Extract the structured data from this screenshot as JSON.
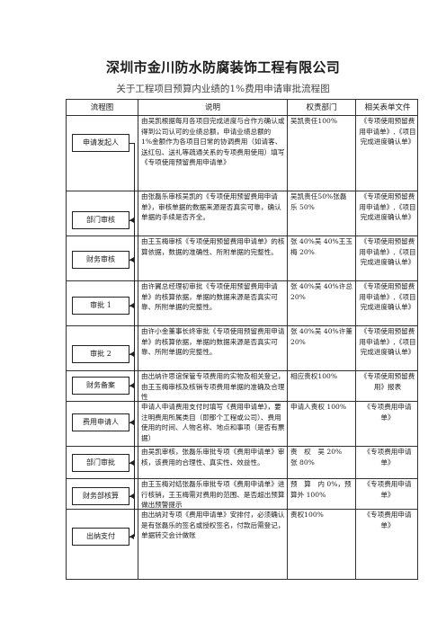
{
  "page": {
    "title": "深圳市金川防水防腐装饰工程有限公司",
    "subtitle": "关于工程项目预算内业绩的1%费用申请审批流程图"
  },
  "table": {
    "headers": [
      "流程图",
      "说明",
      "权责部门",
      "相关表单文件"
    ],
    "rows": [
      {
        "step": "申请发起人",
        "desc": "由吴凯根据每月各项目完成进度与合作方确认或得到公司认可的业绩总额，申请业绩总额的　1%金额作为各项目日常的协调费用（如请客、送红包、送礼等疏通关系的专项费用使用）填写《专项使用预留费用申请单》",
        "dept": "吴凯责任100%",
        "forms": "《专项使用预留费用申请单》,《项目完成进度确认单》"
      },
      {
        "step": "部门审核",
        "desc": "由张磊乐审核吴凯的《专项使用预留费用申请单》，审核单据的数据来源是否真实可靠，确认单据的手续是否齐全。",
        "dept": "吴凯责任50%张磊乐 50%",
        "forms": "《专项使用预留费用申请单》,《项目完成进度确认单》"
      },
      {
        "step": "财务审核",
        "desc": "由王玉梅审核《专项使用预留费用申请单》的核算依据，数据的准确性、所附单据的完整性。",
        "dept": "张 40%吴 40%王玉梅 20%",
        "forms": "《专项使用预留费用申请单》,《项目完成进度确认单》"
      },
      {
        "step": "审批 1",
        "desc": "由许翼总经理初审批《专项使用预留费用申请单》的核算依据，单据的数据来源是否真实可靠、所附单据的完整性。",
        "dept": "张 40%吴 40%许总 20%",
        "forms": "《专项使用预留费用申请单》,《项目完成进度确认单》"
      },
      {
        "step": "审批 2",
        "desc": "由许小金董事长终审批《专项使用预留费用申请单》的核算依据，单据的数据来源是否真实可靠、所附单据的完整性。",
        "dept": "张 40%吴 40%许董 20%",
        "forms": "《专项使用预留费用申请单》,《项目完成进度确认单》"
      },
      {
        "step": "财务备案",
        "desc": "由出纳许思谊保管专项费用的实物及相关登记，由王玉梅审核及核销专项费用单据的准确及合理性",
        "dept": "相应责权100%",
        "forms": "《专项使用预留费用》报表"
      },
      {
        "step": "费用申请人",
        "desc": "申请人申请费用支付时填写《费用申请单》，要注明费用所属类目（即那个工程或公司）、费用使用的时间、人物名称、地点和事项（是否有票据）",
        "dept": "申请人责权 100%",
        "forms": "《专项费用申请单》"
      },
      {
        "step": "部门审批",
        "desc": "由吴凯审核，张磊乐审批专项《费用申请单》审核，该费用的合理性、真实性、效益性。",
        "dept": "责　权　吴 20%　　张 80%",
        "forms": "《专项费用申请单》"
      },
      {
        "step": "财务部核算",
        "desc": "由王玉梅对结张磊乐审批专项《费用申请单》进行核销，王玉梅需对费用的范围、是否超出预算做出预警提示",
        "dept": "预　算　内 0%，预算外 100%",
        "forms": "《专项费用申请单》"
      },
      {
        "step": "出纳支付",
        "desc": "由出纳对专项《费用申请单》安排付，必须确认是有张磊乐的签名或授权签名，付款后需登记，单据转交会计做账",
        "dept": "责权100%",
        "forms": "《专项费用申请单》"
      }
    ]
  }
}
